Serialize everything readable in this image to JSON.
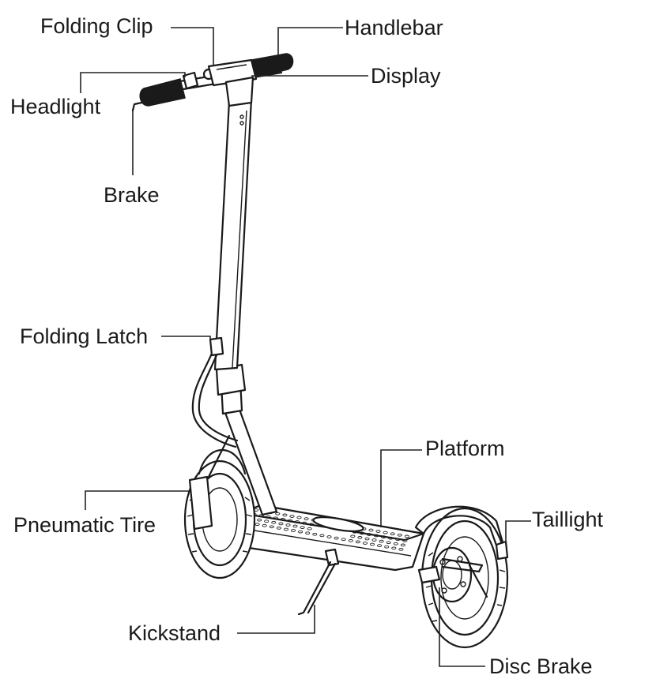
{
  "labels": {
    "folding_clip": "Folding Clip",
    "handlebar": "Handlebar",
    "display": "Display",
    "headlight": "Headlight",
    "brake": "Brake",
    "folding_latch": "Folding Latch",
    "platform": "Platform",
    "taillight": "Taillight",
    "pneumatic_tire": "Pneumatic Tire",
    "kickstand": "Kickstand",
    "disc_brake": "Disc Brake"
  },
  "colors": {
    "line": "#1a1a1a",
    "background": "#ffffff"
  }
}
